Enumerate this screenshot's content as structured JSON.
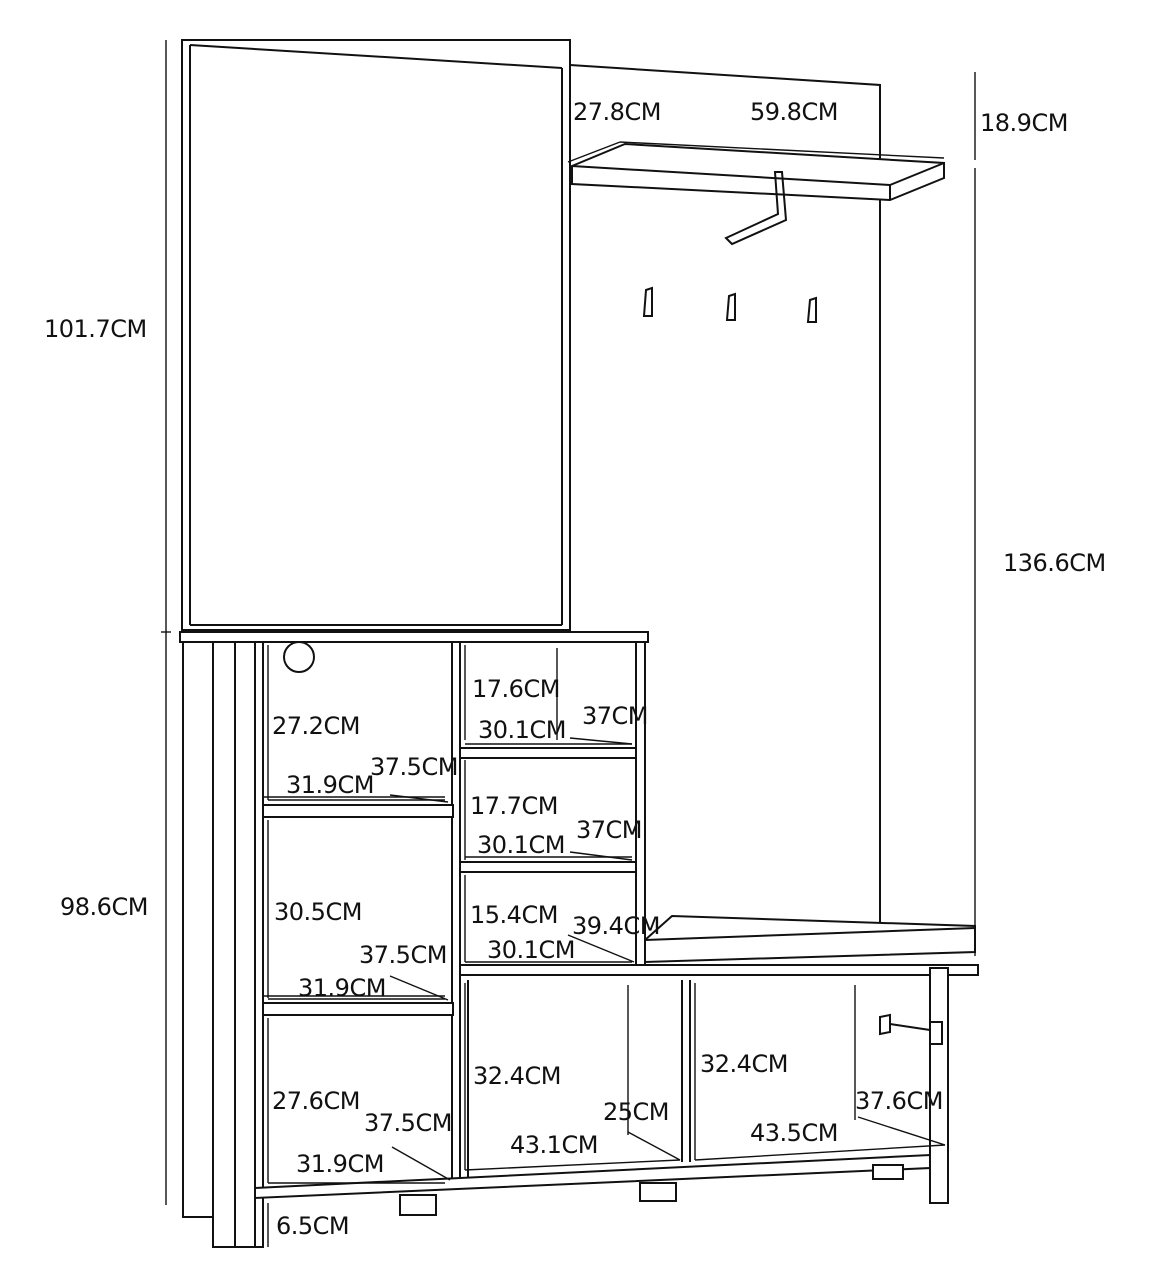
{
  "diagram": {
    "labels": {
      "mirror_height": "101.7CM",
      "shelf_depth": "27.8CM",
      "shelf_width": "59.8CM",
      "shelf_top_gap": "18.9CM",
      "coat_panel_height": "136.6CM",
      "cabinet_height": "98.6CM",
      "left_top_height": "27.2CM",
      "left_top_depth": "37.5CM",
      "left_top_width": "31.9CM",
      "left_mid_height": "30.5CM",
      "left_mid_depth": "37.5CM",
      "left_mid_width": "31.9CM",
      "left_bot_height": "27.6CM",
      "left_bot_depth": "37.5CM",
      "left_bot_width": "31.9CM",
      "mid1_height": "17.6CM",
      "mid1_width": "30.1CM",
      "mid1_depth": "37CM",
      "mid2_height": "17.7CM",
      "mid2_width": "30.1CM",
      "mid2_depth": "37CM",
      "mid3_height": "15.4CM",
      "mid3_width": "30.1CM",
      "mid3_depth": "39.4CM",
      "low_mid_height": "32.4CM",
      "low_mid_width": "43.1CM",
      "low_mid_depth": "25CM",
      "low_right_height": "32.4CM",
      "low_right_width": "43.5CM",
      "low_right_depth": "37.6CM",
      "foot_height": "6.5CM"
    }
  }
}
